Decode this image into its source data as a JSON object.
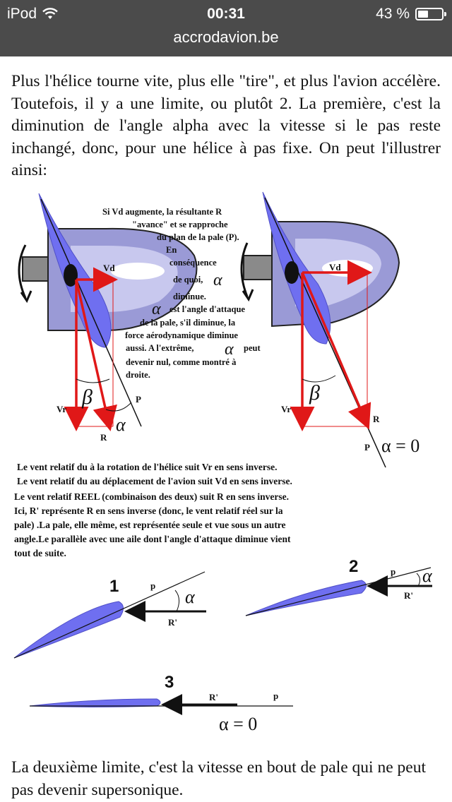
{
  "status_bar": {
    "device": "iPod",
    "time": "00:31",
    "battery_percent": "43 %",
    "battery_level": 0.43,
    "url": "accrodavion.be",
    "icons": [
      "wifi-icon",
      "battery-icon"
    ]
  },
  "article": {
    "paragraph_1": "Plus l'hélice tourne vite, plus elle \"tire\", et plus l'avion accélère. Toutefois, il y a une limite, ou plutôt 2. La première, c'est la diminution de l'angle alpha avec la vitesse si le pas reste inchangé, donc, pour une hélice à pas fixe. On peut l'illustrer ainsi:",
    "paragraph_2": "La deuxième limite, c'est la vitesse en bout de pale qui ne peut pas devenir supersonique."
  },
  "figure": {
    "annotation_lines": [
      "Si Vd augmente, la résultante R",
      "\"avance\" et se rapproche",
      "du plan de la pale (P).",
      "En",
      "conséquence",
      "de quoi,",
      "diminue.",
      "est l'angle d'attaque",
      "de la pale, s'il  diminue, la",
      "force aérodynamique diminue",
      "aussi.  A l'extrême,",
      "peut",
      "devenir nul,  comme montré à",
      "droite."
    ],
    "labels": {
      "vd": "Vd",
      "vr": "Vr",
      "r": "R",
      "p": "P",
      "alpha": "α",
      "beta": "β",
      "alpha_zero": "α = 0",
      "r_prime": "R'",
      "p_lower": "p",
      "n1": "1",
      "n2": "2",
      "n3": "3"
    },
    "captions": [
      "Le vent relatif du à la rotation de l'hélice suit Vr en sens inverse.",
      "Le vent relatif du au déplacement de l'avion suit Vd en sens inverse.",
      "Le vent relatif REEL (combinaison des deux) suit R en sens inverse.",
      "Ici, R'  représente  R en sens inverse  (donc, le vent relatif réel sur la",
      "pale) .La pale, elle même, est représentée seule et vue sous un autre",
      "angle.Le parallèle avec une aile dont l'angle d'attaque diminue  vient",
      "tout de suite."
    ],
    "colors": {
      "blade": "#6f6ff0",
      "hub": "#9a9ad6",
      "spinner": "#8a8a8a",
      "vector": "#e01818",
      "light": "#ffffff"
    }
  }
}
